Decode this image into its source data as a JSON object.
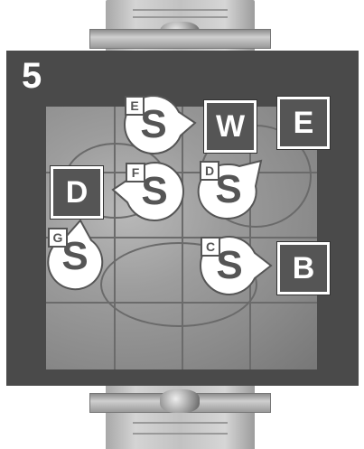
{
  "level": {
    "number": "5"
  },
  "tiles": {
    "w": "W",
    "e": "E",
    "d": "D",
    "b": "B"
  },
  "tokens": [
    {
      "letter": "S",
      "tag": "E",
      "arrow": "right"
    },
    {
      "letter": "S",
      "tag": "F",
      "arrow": "left"
    },
    {
      "letter": "S",
      "tag": "D",
      "arrow": "up-right"
    },
    {
      "letter": "S",
      "tag": "G",
      "arrow": "up"
    },
    {
      "letter": "S",
      "tag": "C",
      "arrow": "right"
    }
  ],
  "colors": {
    "board": "#4a4a4a",
    "tile": "#555555",
    "token": "#ffffff",
    "text": "#555555"
  }
}
